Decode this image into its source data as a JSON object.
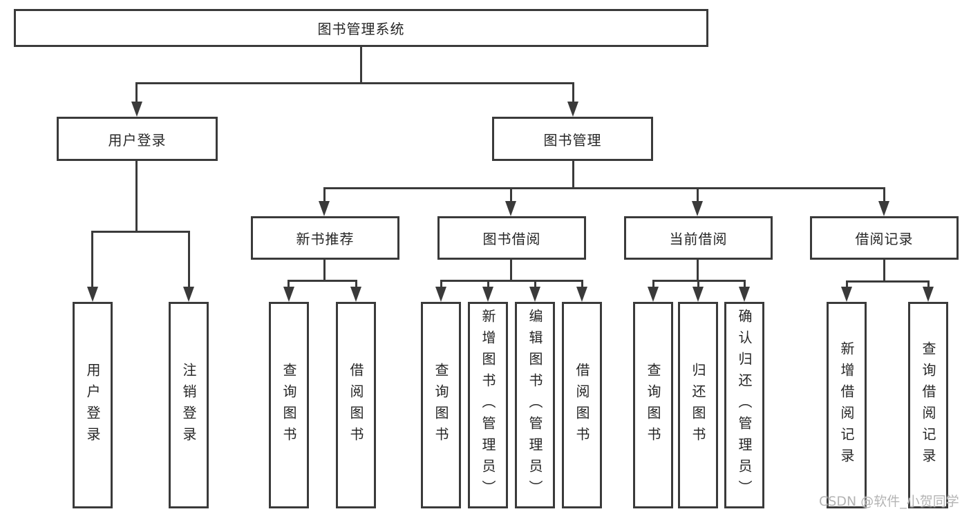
{
  "title": "图书管理系统",
  "colors": {
    "line": "#3a3a3a",
    "text": "#262626",
    "watermark": "#b4b4b4",
    "background": "#ffffff"
  },
  "tree": {
    "root": {
      "label": "图书管理系统"
    },
    "branches": [
      {
        "label": "用户登录",
        "children": [
          {
            "label": "用户登录"
          },
          {
            "label": "注销登录"
          }
        ]
      },
      {
        "label": "图书管理",
        "children": [
          {
            "label": "新书推荐",
            "children": [
              {
                "label": "查询图书"
              },
              {
                "label": "借阅图书"
              }
            ]
          },
          {
            "label": "图书借阅",
            "children": [
              {
                "label": "查询图书"
              },
              {
                "label": "新增图书（管理员）"
              },
              {
                "label": "编辑图书（管理员）"
              },
              {
                "label": "借阅图书"
              }
            ]
          },
          {
            "label": "当前借阅",
            "children": [
              {
                "label": "查询图书"
              },
              {
                "label": "归还图书"
              },
              {
                "label": "确认归还（管理员）"
              }
            ]
          },
          {
            "label": "借阅记录",
            "children": [
              {
                "label": "新增借阅记录"
              },
              {
                "label": "查询借阅记录"
              }
            ]
          }
        ]
      }
    ]
  },
  "watermark": "CSDN @软件_小贺同学"
}
